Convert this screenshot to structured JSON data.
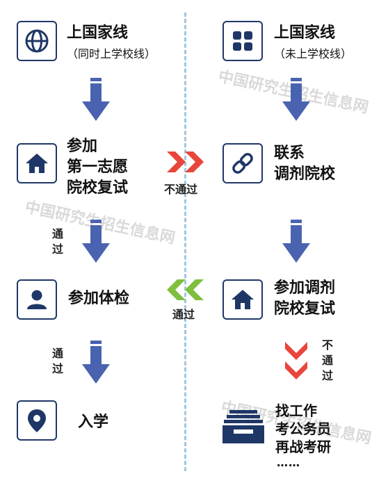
{
  "left": {
    "step1": {
      "title": "上国家线",
      "subtitle": "（同时上学校线）"
    },
    "step2": {
      "line1": "参加",
      "line2": "第一志愿",
      "line3": "院校复试"
    },
    "step3": {
      "title": "参加体检"
    },
    "step4": {
      "title": "入学"
    },
    "pass1": {
      "c1": "通",
      "c2": "过"
    },
    "pass2": {
      "c1": "通",
      "c2": "过"
    }
  },
  "right": {
    "step1": {
      "title": "上国家线",
      "subtitle": "（未上学校线）"
    },
    "step2": {
      "line1": "联系",
      "line2": "调剂院校"
    },
    "step3": {
      "line1": "参加调剂",
      "line2": "院校复试"
    },
    "step4": {
      "line1": "找工作",
      "line2": "考公务员",
      "line3": "再战考研",
      "line4": "……"
    },
    "fail": {
      "c1": "不",
      "c2": "通",
      "c3": "过"
    }
  },
  "middle": {
    "fail_label": "不通过",
    "pass_label": "通过"
  },
  "watermark": {
    "text": "中国研究生招生信息网"
  },
  "colors": {
    "navy": "#1f3766",
    "arrow_blue": "#4a63b0",
    "red": "#e8453c",
    "green": "#7fbf3f",
    "divider": "#9cc8e6"
  },
  "icons": [
    "globe-icon",
    "grid-icon",
    "home-icon",
    "link-icon",
    "person-icon",
    "home-icon",
    "location-pin-icon",
    "inbox-tray-icon"
  ]
}
